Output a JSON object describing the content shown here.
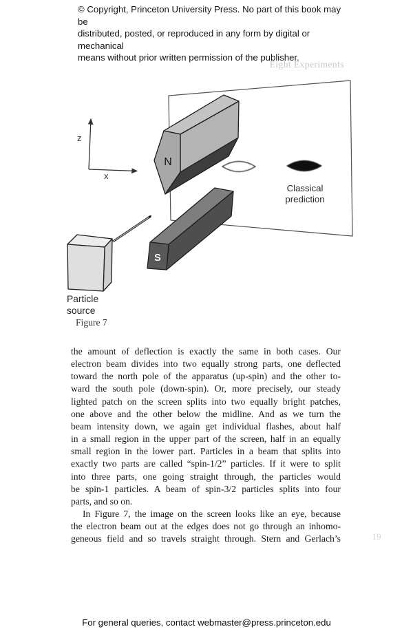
{
  "page": {
    "copyright_lines": [
      "© Copyright, Princeton University Press. No part of this book may be",
      "distributed, posted, or reproduced in any form by digital or mechanical",
      "means without prior written permission of the publisher."
    ],
    "running_head": "Eight Experiments",
    "page_number": "19",
    "footer": "For general queries, contact webmaster@press.princeton.edu"
  },
  "figure": {
    "caption": "Figure 7",
    "labels": {
      "north_pole": "N",
      "south_pole": "S",
      "axis_z": "z",
      "axis_x": "x",
      "source_line1": "Particle",
      "source_line2": "source",
      "classical_line1": "Classical",
      "classical_line2": "prediction"
    },
    "colors": {
      "magnet_n_top": "#c3c3c3",
      "magnet_n_side": "#b4b4b4",
      "magnet_n_face": "#a8a8a8",
      "magnet_n_underside": "#3d3d3d",
      "magnet_s_top": "#7e7e7e",
      "magnet_s_side": "#4e4e4e",
      "magnet_s_face": "#585858",
      "cube_top": "#ececec",
      "cube_front": "#dfdfdf",
      "cube_side": "#cfcfcf",
      "spot_fill": "#101010",
      "eye_outline": "#0a0a0a"
    }
  },
  "body": {
    "lines": [
      "the amount of deflection is exactly the same in both cases. Our",
      "electron beam divides into two equally strong parts, one deflected",
      "toward the north pole of the apparatus (up-spin) and the other to-",
      "ward the south pole (down-spin). Or, more precisely, our steady",
      "lighted patch on the screen splits into two equally bright patches,",
      "one above and the other below the midline. And as we turn the",
      "beam intensity down, we again get individual flashes, about half",
      "in a small region in the upper part of the screen, half in an equally",
      "small region in the lower part. Particles in a beam that splits into",
      "exactly two parts are called “spin-1/2” particles. If it were to split",
      "into three parts, one going straight through, the particles would",
      "be spin-1 particles. A beam of spin-3/2 particles splits into four",
      "parts, and so on.",
      "In Figure 7, the image on the screen looks like an eye, because",
      "the electron beam out at the edges does not go through an inhomo-",
      "geneous field and so travels straight through. Stern and Gerlach’s"
    ]
  }
}
